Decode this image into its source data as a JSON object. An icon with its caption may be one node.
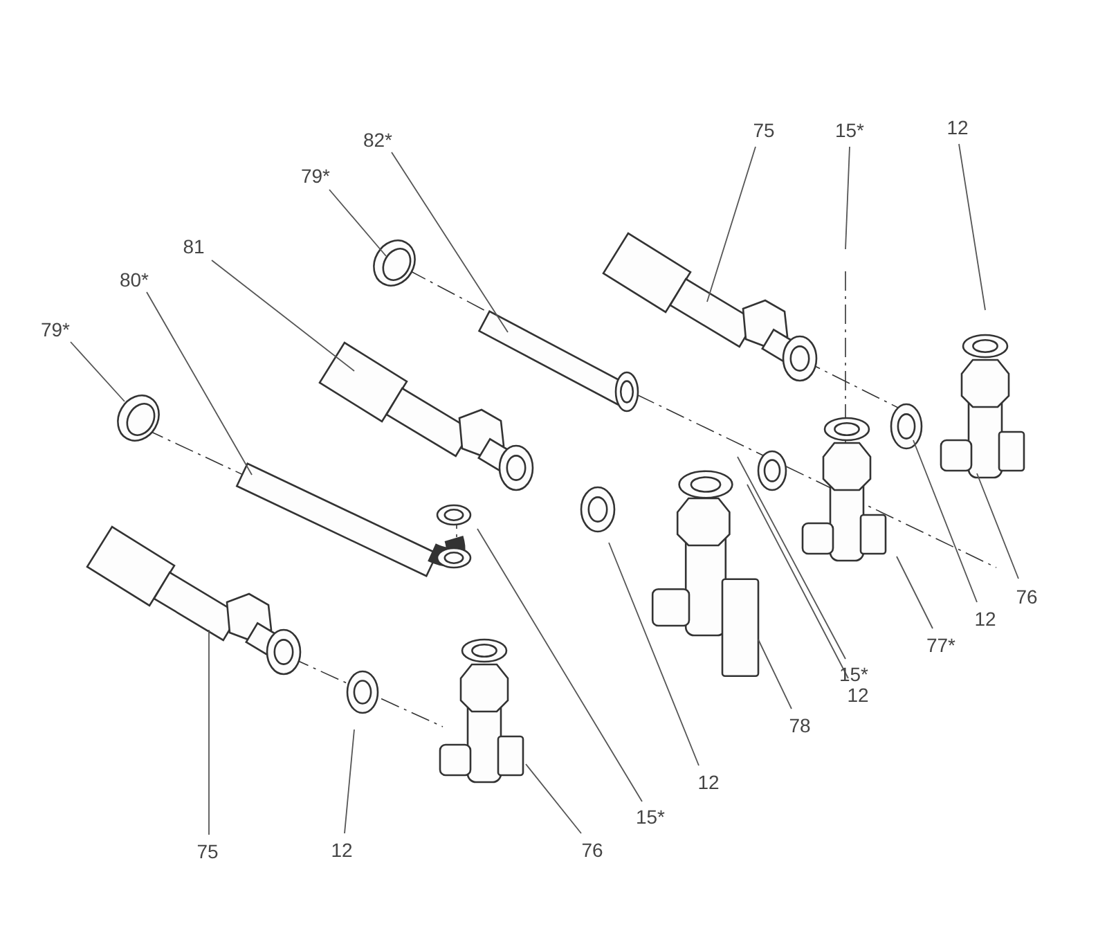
{
  "diagram": {
    "nodes": [
      {
        "text": [
          "82*"
        ]
      },
      {
        "text": [
          "75"
        ]
      },
      {
        "text": [
          "15*"
        ]
      },
      {
        "text": [
          "12"
        ]
      },
      {
        "text": [
          "79*"
        ]
      },
      {
        "text": [
          "81"
        ]
      },
      {
        "text": [
          "80*"
        ]
      },
      {
        "text": [
          "79*"
        ]
      },
      {
        "text": [
          "76"
        ]
      },
      {
        "text": [
          "12"
        ]
      },
      {
        "text": [
          "77*"
        ]
      },
      {
        "text": [
          "15*"
        ]
      },
      {
        "text": [
          "12"
        ]
      },
      {
        "text": [
          "78"
        ]
      },
      {
        "text": [
          "12"
        ]
      },
      {
        "text": [
          "15*"
        ]
      },
      {
        "text": [
          "76"
        ]
      },
      {
        "text": [
          "75"
        ]
      },
      {
        "text": [
          "12"
        ]
      }
    ],
    "edges": [
      {
        "from": 0,
        "to": null,
        "arrow": "none"
      },
      {
        "from": 1,
        "to": null,
        "arrow": "none"
      },
      {
        "from": 2,
        "to": null,
        "arrow": "none"
      },
      {
        "from": 3,
        "to": null,
        "arrow": "none"
      },
      {
        "from": 4,
        "to": null,
        "arrow": "none"
      },
      {
        "from": 5,
        "to": null,
        "arrow": "none"
      },
      {
        "from": 6,
        "to": null,
        "arrow": "none"
      },
      {
        "from": 7,
        "to": null,
        "arrow": "none"
      },
      {
        "from": 8,
        "to": null,
        "arrow": "none"
      },
      {
        "from": 9,
        "to": null,
        "arrow": "none"
      },
      {
        "from": 10,
        "to": null,
        "arrow": "none"
      },
      {
        "from": 11,
        "to": null,
        "arrow": "none"
      },
      {
        "from": 12,
        "to": null,
        "arrow": "none"
      },
      {
        "from": 13,
        "to": null,
        "arrow": "none"
      },
      {
        "from": 14,
        "to": null,
        "arrow": "none"
      },
      {
        "from": 15,
        "to": null,
        "arrow": "none"
      },
      {
        "from": 16,
        "to": null,
        "arrow": "none"
      },
      {
        "from": 17,
        "to": null,
        "arrow": "none"
      },
      {
        "from": 18,
        "to": null,
        "arrow": "none"
      }
    ]
  }
}
